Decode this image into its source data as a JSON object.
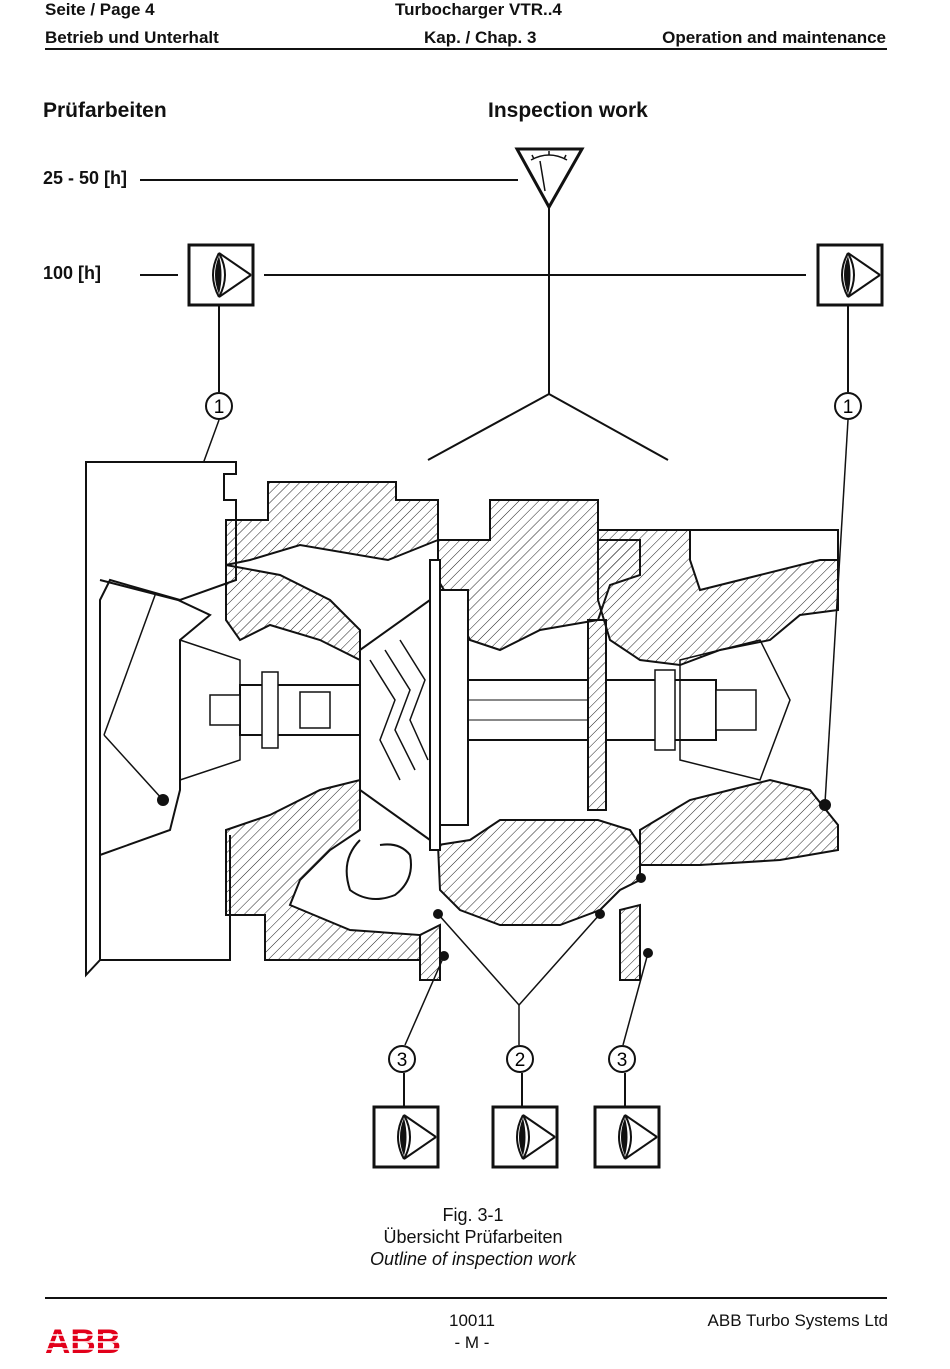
{
  "header": {
    "page_label": "Seite / Page  4",
    "product": "Turbocharger VTR..4",
    "section_de": "Betrieb und Unterhalt",
    "chapter": "Kap. / Chap. 3",
    "section_en": "Operation and maintenance"
  },
  "titles": {
    "de": "Prüfarbeiten",
    "en": "Inspection work"
  },
  "intervals": {
    "first": "25 - 50 [h]",
    "second": "100 [h]"
  },
  "callouts": {
    "left_top": "1",
    "right_top": "1",
    "bottom_left": "3",
    "bottom_center": "2",
    "bottom_right": "3"
  },
  "icons": {
    "gauge": "pressure-gauge-icon",
    "inspection": "visual-inspection-eye-icon"
  },
  "caption": {
    "fig": "Fig. 3-1",
    "de": "Übersicht Prüfarbeiten",
    "en": "Outline of inspection work"
  },
  "footer": {
    "logo_text": "ABB",
    "doc_number": "10011",
    "revision": "- M -",
    "company": "ABB Turbo Systems Ltd",
    "logo_color": "#e2001a"
  }
}
